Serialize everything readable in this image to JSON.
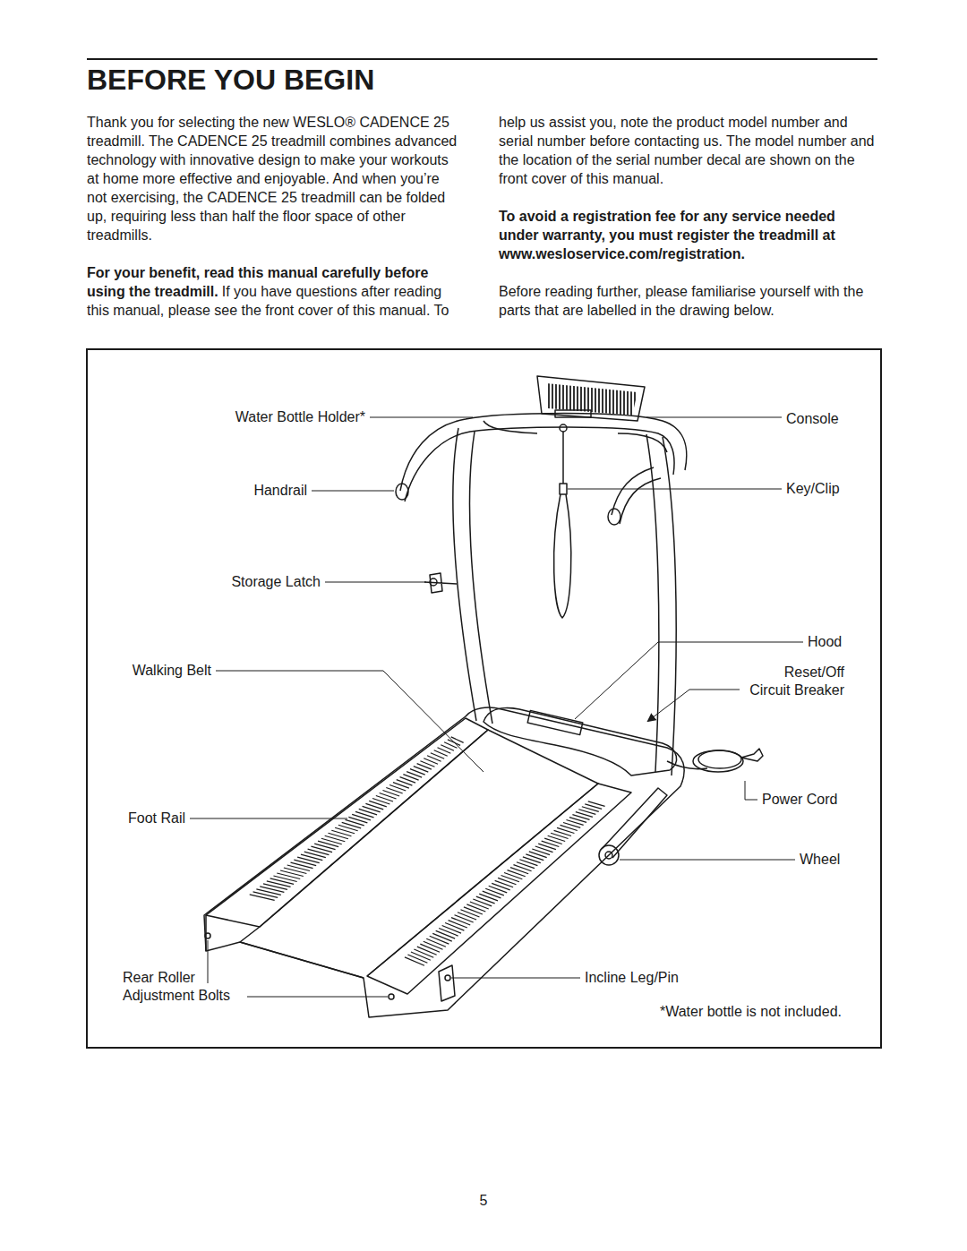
{
  "diagram": {
    "title": "BEFORE YOU BEGIN",
    "labels": [
      "Thank you for selecting the new WESLO® CADENCE 25 treadmill. The CADENCE 25 treadmill combines advanced technology with innovative design to make your workouts at home more effective and enjoyable. And when you’re not exercising, the CADENCE 25 treadmill can be folded up, requiring less than half the floor space of other treadmills.",
      "For your benefit, read this manual carefully before using the treadmill.",
      "If you have questions after reading this manual, please see the front cover of this manual. To help us assist you, note the product model number and serial number before contacting us. The model number and the location of the serial number decal are shown on the front cover of this manual.",
      "To avoid a registration fee for any service needed under warranty, you must register the treadmill at www.wesloservice.com/registration.",
      "Before reading further, please familiarise yourself with the parts that are labelled in the drawing below.",
      "Water Bottle Holder*",
      "Console",
      "Handrail",
      "Key/Clip",
      "Storage Latch",
      "Hood",
      "Walking Belt",
      "Reset/Off Circuit Breaker",
      "Power Cord",
      "Foot Rail",
      "Wheel",
      "Rear Roller Adjustment Bolts",
      "Incline Leg/Pin",
      "*Water bottle is not included.",
      "5"
    ]
  }
}
